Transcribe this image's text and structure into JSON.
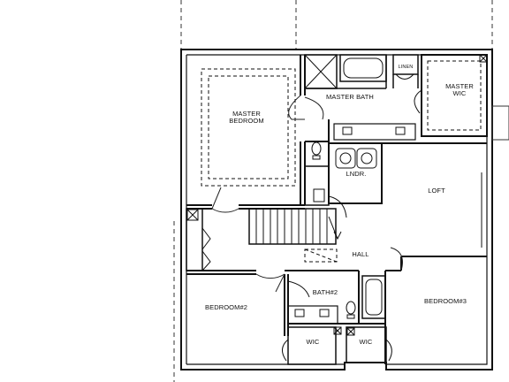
{
  "rooms": {
    "master_bedroom": [
      "MASTER",
      "BEDROOM"
    ],
    "master_bath": "MASTER BATH",
    "linen": "LINEN",
    "master_wic": [
      "MASTER",
      "WIC"
    ],
    "laundry": "LNDR.",
    "loft": "LOFT",
    "hall": "HALL",
    "bath2": "BATH#2",
    "bedroom2": "BEDROOM#2",
    "bedroom3": "BEDROOM#3",
    "wic_left": "WIC",
    "wic_right": "WIC"
  }
}
